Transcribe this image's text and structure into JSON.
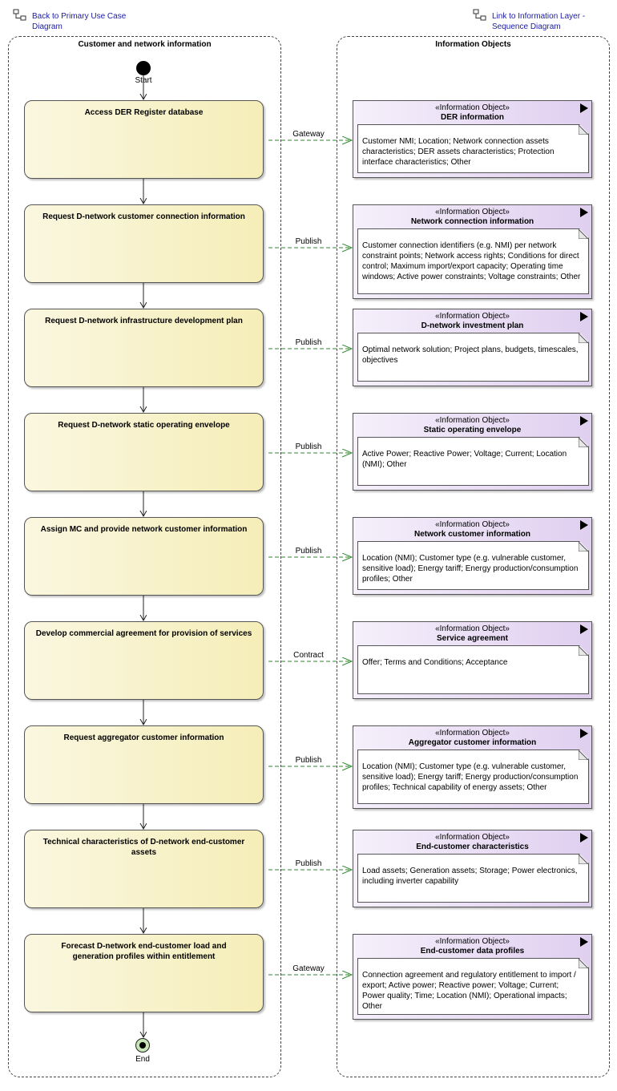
{
  "links": {
    "back": {
      "line1": "Back to Primary Use Case",
      "line2": "Diagram"
    },
    "forward": {
      "line1": "Link to Information Layer -",
      "line2": "Sequence Diagram"
    }
  },
  "lanes": {
    "left": {
      "title": "Customer and network information"
    },
    "right": {
      "title": "Information Objects"
    }
  },
  "nodes": {
    "start": "Start",
    "end": "End"
  },
  "actions": [
    {
      "label": "Access DER Register database"
    },
    {
      "label": "Request D-network customer connection information"
    },
    {
      "label": "Request D-network infrastructure development plan"
    },
    {
      "label": "Request D-network static operating envelope"
    },
    {
      "label": "Assign MC and provide network customer information"
    },
    {
      "label": "Develop commercial agreement for provision of services"
    },
    {
      "label": "Request aggregator customer information"
    },
    {
      "label": "Technical characteristics of D-network end-customer assets"
    },
    {
      "label": "Forecast D-network end-customer load and generation profiles within entitlement"
    }
  ],
  "flows": [
    {
      "label": "Gateway"
    },
    {
      "label": "Publish"
    },
    {
      "label": "Publish"
    },
    {
      "label": "Publish"
    },
    {
      "label": "Publish"
    },
    {
      "label": "Contract"
    },
    {
      "label": "Publish"
    },
    {
      "label": "Publish"
    },
    {
      "label": "Gateway"
    }
  ],
  "objects": [
    {
      "stereotype": "«Information Object»",
      "name": "DER information",
      "attributes": "Customer NMI; Location; Network connection assets characteristics; DER assets characteristics; Protection interface characteristics; Other"
    },
    {
      "stereotype": "«Information Object»",
      "name": "Network connection information",
      "attributes": "Customer connection identifiers (e.g. NMI) per network constraint points; Network access rights; Conditions for direct control; Maximum import/export capacity; Operating time windows; Active power constraints; Voltage constraints; Other"
    },
    {
      "stereotype": "«Information Object»",
      "name": "D-network investment plan",
      "attributes": "Optimal network solution; Project plans, budgets, timescales, objectives"
    },
    {
      "stereotype": "«Information Object»",
      "name": "Static operating envelope",
      "attributes": "Active Power; Reactive Power; Voltage; Current; Location (NMI); Other"
    },
    {
      "stereotype": "«Information Object»",
      "name": "Network customer information",
      "attributes": "Location (NMI); Customer type (e.g. vulnerable customer, sensitive load); Energy tariff; Energy production/consumption profiles; Other"
    },
    {
      "stereotype": "«Information Object»",
      "name": "Service agreement",
      "attributes": "Offer; Terms and Conditions; Acceptance"
    },
    {
      "stereotype": "«Information Object»",
      "name": "Aggregator customer information",
      "attributes": "Location (NMI); Customer type (e.g. vulnerable customer, sensitive load); Energy tariff; Energy production/consumption profiles; Technical capability of energy assets; Other"
    },
    {
      "stereotype": "«Information Object»",
      "name": "End-customer characteristics",
      "attributes": "Load assets; Generation assets; Storage; Power electronics, including inverter capability"
    },
    {
      "stereotype": "«Information Object»",
      "name": "End-customer data profiles",
      "attributes": "Connection agreement and regulatory entitlement to import / export; Active power; Reactive power; Voltage; Current; Power quality; Time; Location (NMI); Operational impacts; Other"
    }
  ]
}
